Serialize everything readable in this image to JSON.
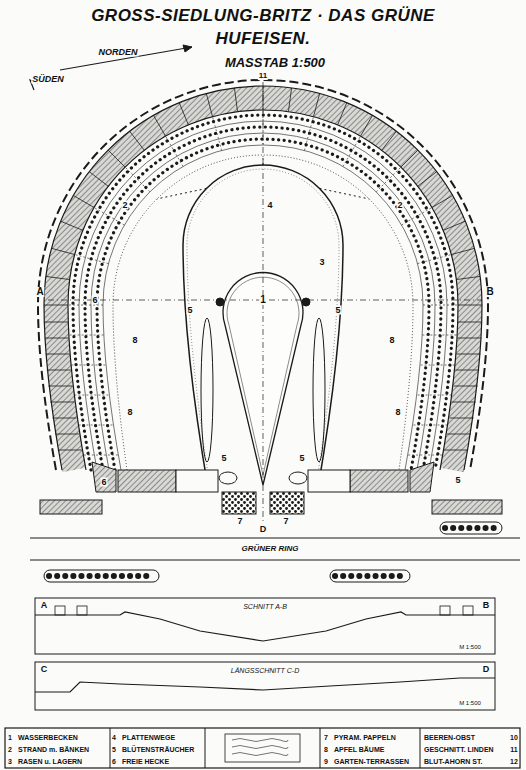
{
  "diagram": {
    "title": "GROSS-SIEDLUNG-BRITZ · DAS GRÜNE HUFEISEN.",
    "labels": [
      "MASSTAB 1:500",
      "NORDEN",
      "SÜDEN",
      "A",
      "B",
      "11",
      "1",
      "2",
      "2",
      "3",
      "4",
      "5",
      "5",
      "5",
      "5",
      "5",
      "6",
      "6",
      "8",
      "8",
      "8",
      "8",
      "7",
      "7",
      "D",
      "GRÜNER RING",
      "A",
      "SCHNITT A-B",
      "B",
      "M 1:500",
      "C",
      "LÄNGSSCHNITT C-D",
      "D",
      "M 1:500",
      "1",
      "2",
      "3",
      "4",
      "5",
      "6",
      "7",
      "8",
      "9",
      "10",
      "11",
      "12"
    ],
    "legend": [
      {
        "text": "WASSERBECKEN"
      },
      {
        "text": "STRAND m. BÄNKEN"
      },
      {
        "text": "RASEN u. LAGERN"
      },
      {
        "text": "PLATTENWEGE"
      },
      {
        "text": "BLÜTENSTRÄUCHER"
      },
      {
        "text": "FREIE HECKE"
      },
      {
        "text": "PYRAM. PAPPELN"
      },
      {
        "text": "APFEL BÄUME"
      },
      {
        "text": "GARTEN-TERRASSEN"
      },
      {
        "text": "BEEREN-OBST"
      },
      {
        "text": "GESCHNITT. LINDEN"
      },
      {
        "text": "BLUT-AHORN ST."
      }
    ]
  }
}
